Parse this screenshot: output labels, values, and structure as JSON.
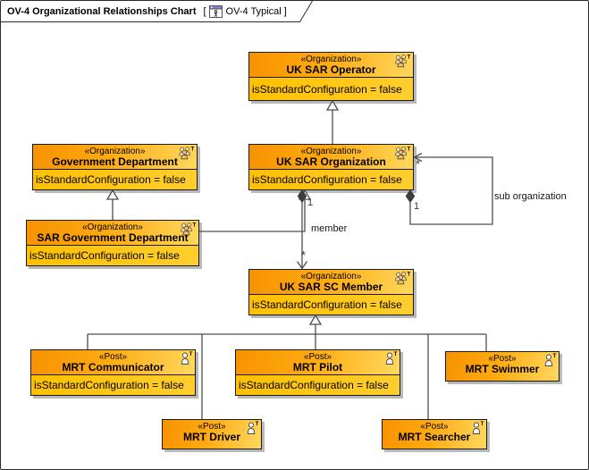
{
  "diagram_frame": {
    "title": "OV-4 Organizational Relationships Chart",
    "bracket_open": "[",
    "context_name": "OV-4 Typical",
    "bracket_close": "]"
  },
  "nodes": [
    {
      "stereotype": "«Organization»",
      "name": "UK SAR Operator",
      "attribute": "isStandardConfiguration = false",
      "icon": "organization-people"
    },
    {
      "stereotype": "«Organization»",
      "name": "Government Department",
      "attribute": "isStandardConfiguration = false",
      "icon": "organization-people"
    },
    {
      "stereotype": "«Organization»",
      "name": "UK SAR Organization",
      "attribute": "isStandardConfiguration = false",
      "icon": "organization-people"
    },
    {
      "stereotype": "«Organization»",
      "name": "SAR Government Department",
      "attribute": "isStandardConfiguration = false",
      "icon": "organization-people"
    },
    {
      "stereotype": "«Organization»",
      "name": "UK SAR SC Member",
      "attribute": "isStandardConfiguration = false",
      "icon": "organization-people"
    },
    {
      "stereotype": "«Post»",
      "name": "MRT Communicator",
      "attribute": "isStandardConfiguration = false",
      "icon": "post-person"
    },
    {
      "stereotype": "«Post»",
      "name": "MRT Pilot",
      "attribute": "isStandardConfiguration = false",
      "icon": "post-person"
    },
    {
      "stereotype": "«Post»",
      "name": "MRT Swimmer",
      "icon": "post-person"
    },
    {
      "stereotype": "«Post»",
      "name": "MRT Driver",
      "icon": "post-person"
    },
    {
      "stereotype": "«Post»",
      "name": "MRT Searcher",
      "icon": "post-person"
    }
  ],
  "edge_labels": {
    "member": "member",
    "sub_organization": "sub organization",
    "member_source_multiplicity": "1",
    "member_target_multiplicity": "*",
    "suborg_source_multiplicity": "1",
    "suborg_target_multiplicity": "*"
  },
  "colors": {
    "header_orange": "#f79200",
    "header_gold": "#ffd85e",
    "compartment_gold": "#ffc800",
    "box_border": "#1a1a1a",
    "connector_gray": "#4d4d4d",
    "shadow_gray": "#b9b9b9"
  }
}
